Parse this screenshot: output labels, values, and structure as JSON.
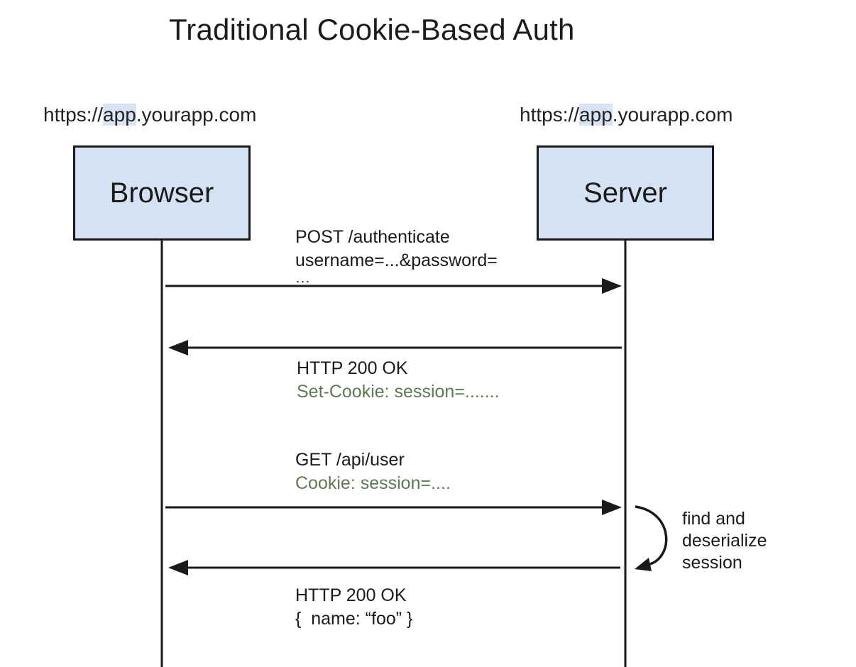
{
  "title": "Traditional Cookie-Based Auth",
  "participants": {
    "browser": {
      "label": "Browser",
      "url_prefix": "https://",
      "url_highlight": "app",
      "url_suffix": ".yourapp.com"
    },
    "server": {
      "label": "Server",
      "url_prefix": "https://",
      "url_highlight": "app",
      "url_suffix": ".yourapp.com"
    }
  },
  "messages": [
    {
      "direction": "browser-to-server",
      "line1": "POST /authenticate",
      "line2": "username=...&password=",
      "line3": "..."
    },
    {
      "direction": "server-to-browser",
      "line1": "HTTP 200 OK",
      "line2": "Set-Cookie: session=......."
    },
    {
      "direction": "browser-to-server",
      "line1": "GET /api/user",
      "line2": "Cookie: session=...."
    },
    {
      "direction": "server-to-browser",
      "line1": "HTTP 200 OK",
      "line2": "{  name: “foo” }"
    }
  ],
  "server_note": {
    "line1": "find and",
    "line2": "deserialize",
    "line3": "session"
  },
  "colors": {
    "actor_fill": "#d4e2f3",
    "url_highlight": "#d6e4f5",
    "cookie_text": "#5d7a52",
    "lines": "#1a1a1a"
  }
}
